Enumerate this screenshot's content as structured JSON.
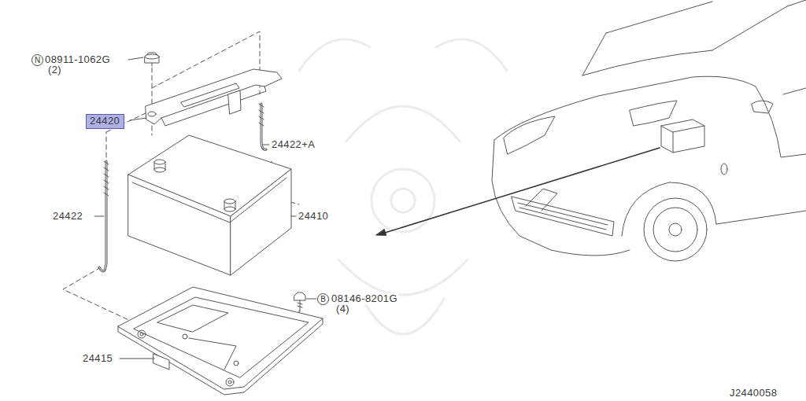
{
  "diagram": {
    "nodes": [
      {
        "text": [
          "N"
        ]
      },
      {
        "text": [
          "24420"
        ]
      },
      {
        "text": [
          "B"
        ]
      }
    ],
    "labels": [
      "08911-1062G",
      "(2)",
      "24422+A",
      "24422",
      "24410",
      "08146-8201G",
      "(4)",
      "24415",
      "J2440058"
    ]
  }
}
